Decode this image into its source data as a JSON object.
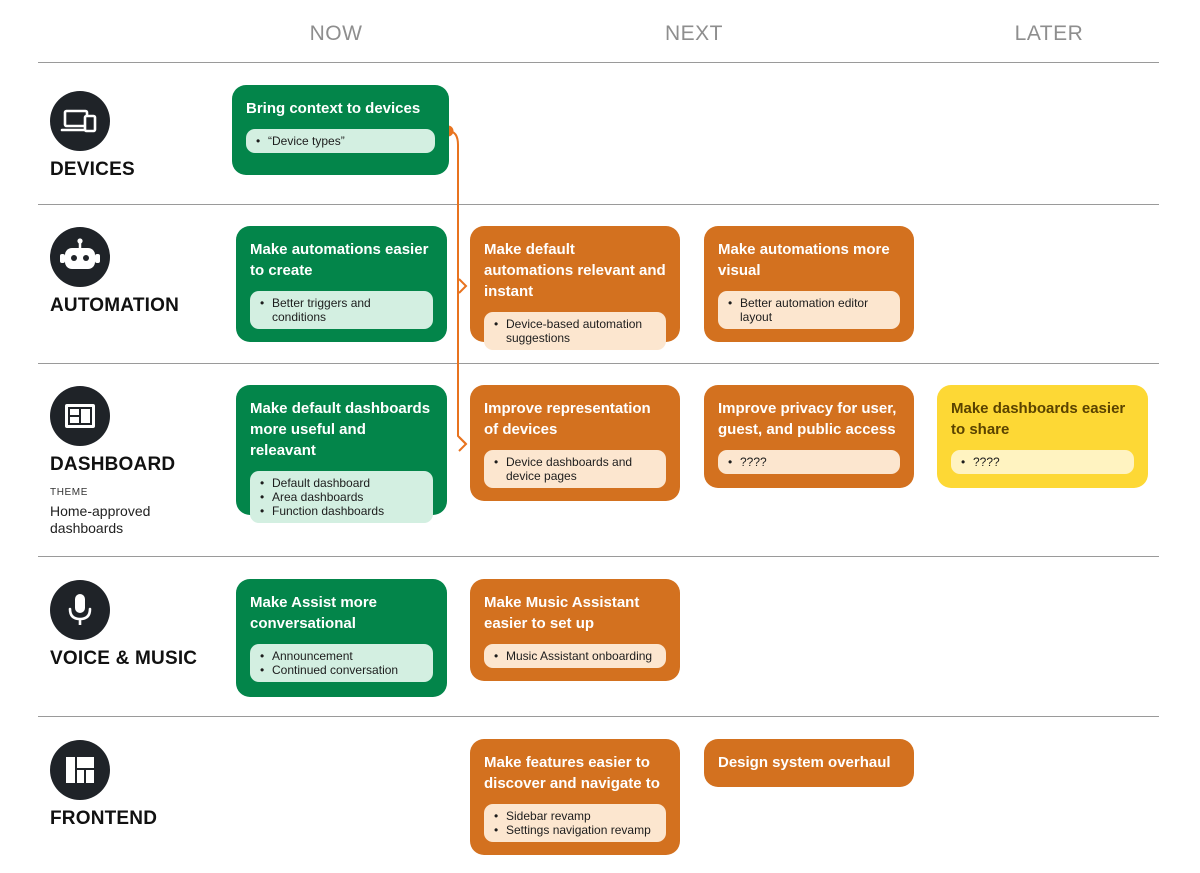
{
  "columns": [
    "NOW",
    "NEXT",
    "LATER"
  ],
  "rows": [
    {
      "label": "DEVICES",
      "icon": "devices-icon"
    },
    {
      "label": "AUTOMATION",
      "icon": "robot-icon"
    },
    {
      "label": "DASHBOARD",
      "icon": "dashboard-icon",
      "theme_label": "THEME",
      "theme_text": "Home-approved dashboards"
    },
    {
      "label": "VOICE & MUSIC",
      "icon": "microphone-icon"
    },
    {
      "label": "FRONTEND",
      "icon": "frontend-layout-icon"
    }
  ],
  "cards": [
    {
      "title": "Bring context to devices",
      "items": [
        "“Device types”"
      ],
      "color": "green"
    },
    {
      "title": "Make automations easier to create",
      "items": [
        "Better triggers and conditions"
      ],
      "color": "green"
    },
    {
      "title": "Make default automations relevant and instant",
      "items": [
        "Device-based automation suggestions"
      ],
      "color": "orange"
    },
    {
      "title": "Make automations more visual",
      "items": [
        "Better automation editor layout"
      ],
      "color": "orange"
    },
    {
      "title": "Make default dashboards more useful and releavant",
      "items": [
        "Default dashboard",
        "Area dashboards",
        "Function dashboards"
      ],
      "color": "green"
    },
    {
      "title": "Improve representation of devices",
      "items": [
        "Device dashboards and device pages"
      ],
      "color": "orange"
    },
    {
      "title": "Improve privacy for user, guest, and public access",
      "items": [
        "????"
      ],
      "color": "orange"
    },
    {
      "title": "Make dashboards easier to share",
      "items": [
        "????"
      ],
      "color": "yellow"
    },
    {
      "title": "Make Assist more conversational",
      "items": [
        "Announcement",
        "Continued conversation"
      ],
      "color": "green"
    },
    {
      "title": "Make Music Assistant easier to set up",
      "items": [
        "Music Assistant onboarding"
      ],
      "color": "orange"
    },
    {
      "title": "Make features easier to discover and navigate to",
      "items": [
        "Sidebar revamp",
        "Settings navigation revamp"
      ],
      "color": "orange"
    },
    {
      "title": "Design system overhaul",
      "items": [],
      "color": "orange"
    }
  ],
  "colors": {
    "now": "#03854a",
    "next": "#d3711f",
    "later": "#fdd835",
    "connector": "#e8731f"
  }
}
